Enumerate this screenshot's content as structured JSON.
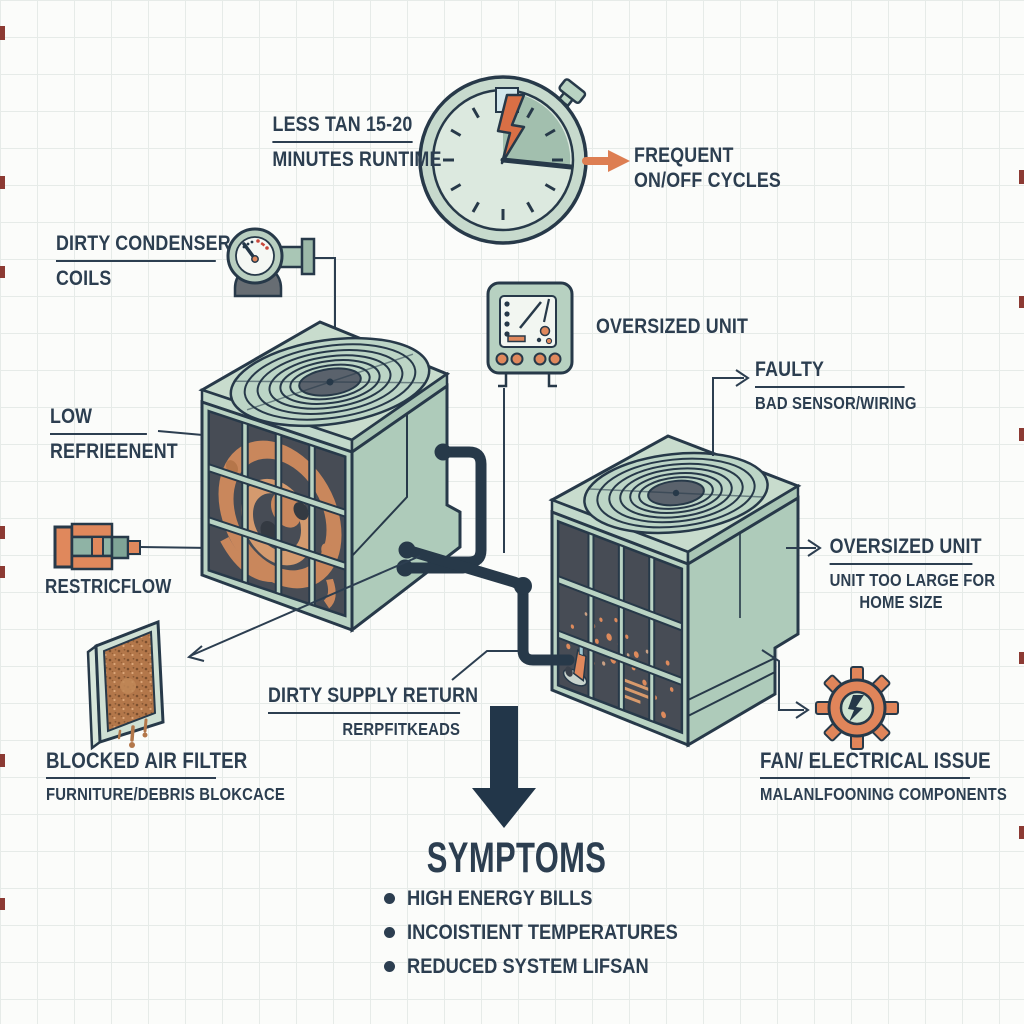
{
  "palette": {
    "ink": "#2c3e50",
    "outline": "#273949",
    "sage_green": "#b9d3c3",
    "sage_light": "#c8dccd",
    "sage_dark": "#aecbba",
    "panel_dark": "#474c55",
    "copper": "#c9875c",
    "accent_orange": "#dd7e52",
    "filter_brown": "#b3774a",
    "edge_mark_red": "#8c3a33"
  },
  "icons": {
    "stopwatch": "stopwatch-icon",
    "pressure_gauge": "pressure-gauge-icon",
    "control_panel": "control-panel-icon",
    "pipe_fitting": "pipe-fitting-icon",
    "air_filter": "air-filter-icon",
    "gear_lightning": "gear-lightning-icon",
    "down_arrow": "down-arrow-icon",
    "ac_unit_left": "ac-unit-left",
    "ac_unit_right": "ac-unit-right"
  },
  "labels": {
    "runtime": {
      "line1": "LESS TAN 15-20",
      "line2": "MINUTES RUNTIME"
    },
    "frequent_cycles": {
      "line1": "FREQUENT",
      "line2": "ON/OFF CYCLES"
    },
    "dirty_condenser": {
      "title": "DIRTY CONDENSER",
      "subtitle": "COILS"
    },
    "low_refrigerant": {
      "title": "LOW",
      "subtitle": "REFRIEENENT"
    },
    "restricted_flow": {
      "title": "RESTRICFLOW"
    },
    "blocked_air_filter": {
      "title": "BLOCKED AIR FILTER",
      "subtitle": "FURNITURE/DEBRIS BLOKCACE"
    },
    "dirty_supply_return": {
      "title": "DIRTY SUPPLY RETURN",
      "subtitle": "RERPFITKEADS"
    },
    "oversized_unit_mid": {
      "title": "OVERSIZED UNIT"
    },
    "faulty_sensor": {
      "title": "FAULTY",
      "subtitle": "BAD SENSOR/WIRING"
    },
    "oversized_unit_right": {
      "title": "OVERSIZED UNIT",
      "subtitle_line1": "UNIT TOO LARGE FOR",
      "subtitle_line2": "HOME SIZE"
    },
    "fan_electrical": {
      "title": "FAN/ ELECTRICAL ISSUE",
      "subtitle": "MALANLFOONING COMPONENTS"
    }
  },
  "symptoms": {
    "title": "SYMPTOMS",
    "items": [
      "HIGH ENERGY BILLS",
      "INCOISTIENT TEMPERATURES",
      "REDUCED SYSTEM LIFSAN"
    ]
  }
}
